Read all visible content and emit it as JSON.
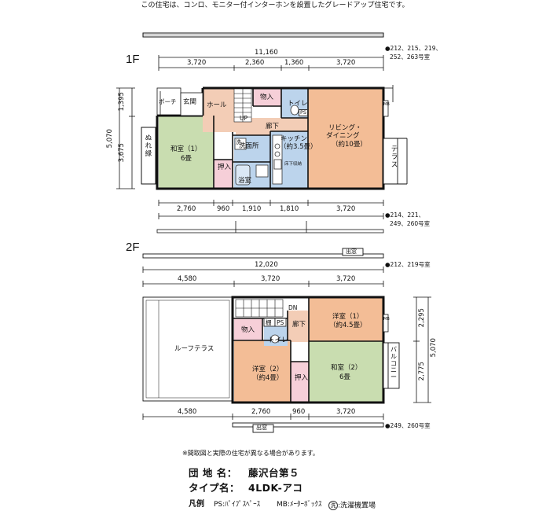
{
  "header": {
    "note": "この住宅は、コンロ、モニター付インターホンを設置したグレードアップ住宅です。"
  },
  "floor1": {
    "label": "1F",
    "overall_width": "11,160",
    "top_dims": [
      "3,720",
      "2,360",
      "1,360",
      "3,720"
    ],
    "bottom_dims": [
      "2,760",
      "960",
      "1,910",
      "1,810",
      "3,720"
    ],
    "left_dims": [
      "1,395",
      "5,070",
      "3,675"
    ],
    "room_numbers_top": [
      "●212、215、219、",
      "252、263号室"
    ],
    "room_numbers_bottom": [
      "●214、221、",
      "249、260号室"
    ],
    "rooms": {
      "porch": "ポーチ",
      "entrance": "玄関",
      "hall": "ホール",
      "storage": "物入",
      "toilet": "トイレ",
      "ps": "PS",
      "up": "UP",
      "corridor": "廊下",
      "washer": "洗",
      "washroom": "洗面所",
      "washitsu_name": "和室（1）",
      "washitsu_size": "6畳",
      "nureen": "ぬれ縁",
      "oshiire": "押入",
      "bath": "浴室",
      "kitchen_name": "キッチン",
      "kitchen_size": "（約3.5畳）",
      "underfloor": "床下収納",
      "living_name": "リビング・",
      "living_name2": "ダイニング",
      "living_size": "（約10畳）",
      "terrace": "テラス",
      "mb": "MB"
    }
  },
  "floor2": {
    "label": "2F",
    "overall_width": "12,020",
    "top_dims": [
      "4,580",
      "3,720",
      "3,720"
    ],
    "bottom_dims": [
      "4,580",
      "2,760",
      "960",
      "3,720"
    ],
    "right_dims": [
      "2,295",
      "5,070",
      "2,775"
    ],
    "room_numbers_top": [
      "●212、219号室"
    ],
    "room_numbers_bottom": [
      "●249、260号室"
    ],
    "bay_window": "出窓",
    "rooms": {
      "roof_terrace": "ルーフテラス",
      "dn": "DN",
      "tana": "棚",
      "ps": "PS",
      "storage": "物入",
      "toilet": "トイレ",
      "corridor": "廊下",
      "youshitsu1_name": "洋室（1）",
      "youshitsu1_size": "（約4.5畳）",
      "youshitsu2_name": "洋室（2）",
      "youshitsu2_size": "（約4畳）",
      "washitsu2_name": "和室（2）",
      "washitsu2_size": "6畳",
      "oshiire": "押入",
      "balcony": "バルコニー",
      "mb": "MB"
    }
  },
  "footer": {
    "disclaimer": "※間取図と実際の住宅が異なる場合があります。",
    "complex_label": "団 地 名：",
    "complex_value": "藤沢台第５",
    "type_label": "タイプ名：",
    "type_value": "4LDK-アコ",
    "legend_label": "凡例",
    "legend_ps": "PS:ﾊﾟｲﾌﾟｽﾍﾟｰｽ",
    "legend_mb": "MB:ﾒｰﾀｰﾎﾞｯｸｽ",
    "legend_washer_icon": "洗",
    "legend_washer": ":洗濯機置場"
  },
  "colors": {
    "washitsu": "#c9ddb0",
    "youshitsu": "#f3bd96",
    "wet": "#bcd4ec",
    "hall": "#f3cdb6",
    "closet": "#f6cfd8",
    "wall": "#111111"
  }
}
